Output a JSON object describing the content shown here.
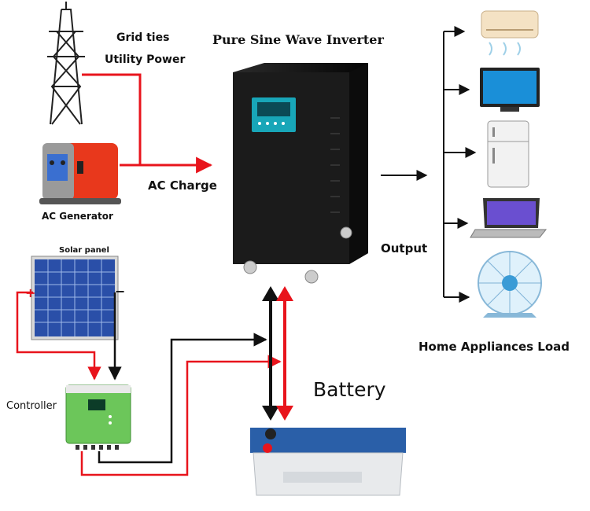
{
  "labels": {
    "title": "Pure Sine Wave Inverter",
    "grid_line1": "Grid ties",
    "grid_line2": "Utility Power",
    "ac_generator": "AC Generator",
    "ac_charge": "AC Charge",
    "solar_panel": "Solar panel",
    "output": "Output",
    "home_load": "Home Appliances Load",
    "controller": "Controller",
    "battery": "Battery",
    "solar_plus": "+",
    "solar_minus": "−"
  },
  "appliances": [
    "air-conditioner",
    "television",
    "refrigerator",
    "laptop",
    "electric-fan"
  ],
  "colors": {
    "positive_wire": "#e8141c",
    "negative_wire": "#111111",
    "inverter_body": "#151515",
    "inverter_panel": "#18a6b8",
    "generator": "#e8381c",
    "solar_cells": "#2a4fa8",
    "controller_body": "#6cc65a",
    "battery_lid": "#2a5fa8"
  }
}
